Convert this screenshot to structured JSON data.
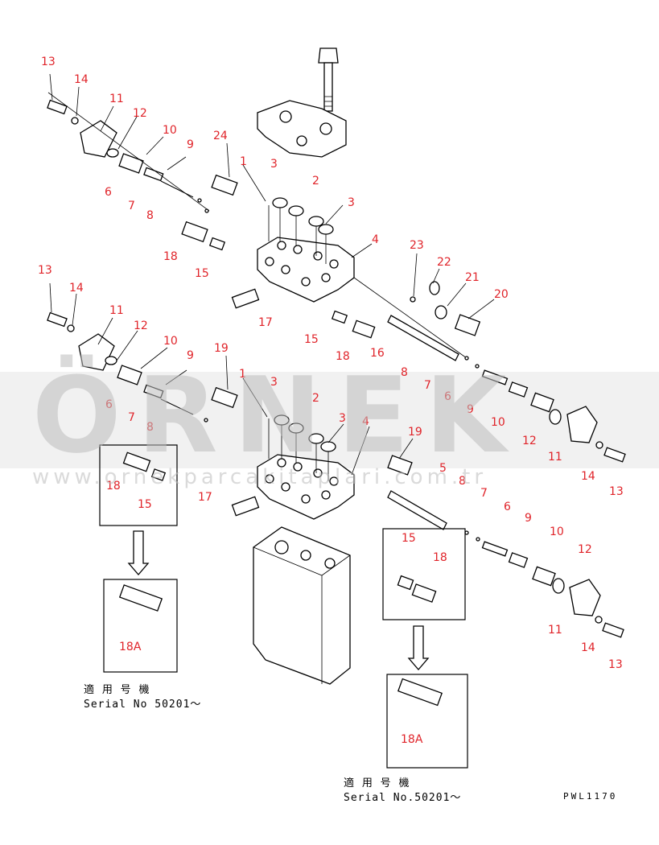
{
  "watermark": {
    "brand": "ÖRNEK",
    "url": "www.ornekparcakitaplari.com.tr"
  },
  "labels": {
    "l13": "13",
    "l14": "14",
    "l11": "11",
    "l12": "12",
    "l10": "10",
    "l9": "9",
    "l6": "6",
    "l7": "7",
    "l8": "8",
    "l24": "24",
    "l1": "1",
    "l3": "3",
    "l2": "2",
    "l4": "4",
    "l18": "18",
    "l15": "15",
    "l17": "17",
    "l23": "23",
    "l22": "22",
    "l21": "21",
    "l20": "20",
    "l16": "16",
    "l19": "19",
    "l5": "5",
    "l18a": "18A"
  },
  "notes": {
    "left_jp": "適 用 号 機",
    "left_serial": "Serial No 50201～",
    "right_jp": "適 用 号 機",
    "right_serial": "Serial No.50201～",
    "code": "PWL1170"
  }
}
